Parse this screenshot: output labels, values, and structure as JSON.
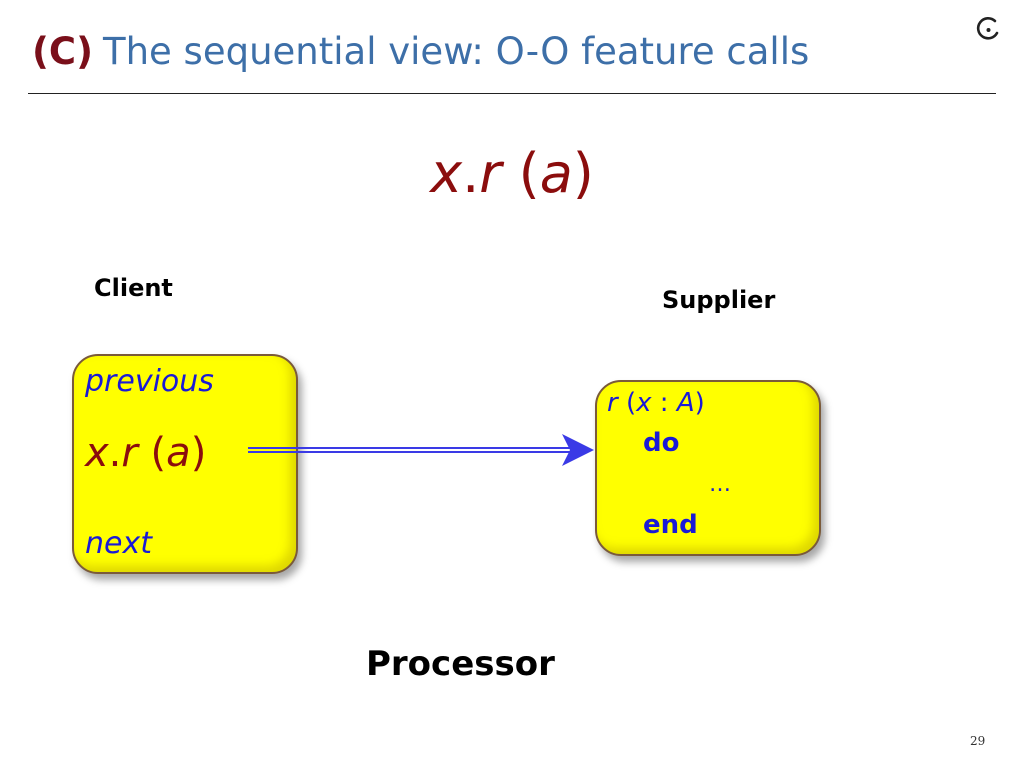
{
  "slide": {
    "title_tag": "(C)",
    "title_text": "The sequential view: O-O feature calls",
    "page_number": "29"
  },
  "formula": {
    "target": "x",
    "dot": ".",
    "feature": "r",
    "open_paren": " (",
    "argument": "a",
    "close_paren": ")"
  },
  "client": {
    "label": "Client",
    "previous": "previous",
    "call": {
      "target": "x",
      "dot": ".",
      "feature": "r",
      "open_paren": " (",
      "argument": "a",
      "close_paren": ")"
    },
    "next": "next"
  },
  "supplier": {
    "label": "Supplier",
    "signature": {
      "feature": "r",
      "open_paren": " (",
      "param": "x",
      "colon": " : ",
      "type": "A",
      "close_paren": ")"
    },
    "do_keyword": "do",
    "body": "…",
    "end_keyword": "end"
  },
  "processor_label": "Processor",
  "colors": {
    "title_tag": "#7a0f1a",
    "title_text": "#3d6fa8",
    "formula": "#8b0d0d",
    "code_blue": "#1a1ad6",
    "box_fill": "#ffff00",
    "arrow": "#3a3ae6"
  },
  "icons": {
    "logo": "eiffel-logo-icon",
    "arrow": "call-arrow-icon"
  }
}
